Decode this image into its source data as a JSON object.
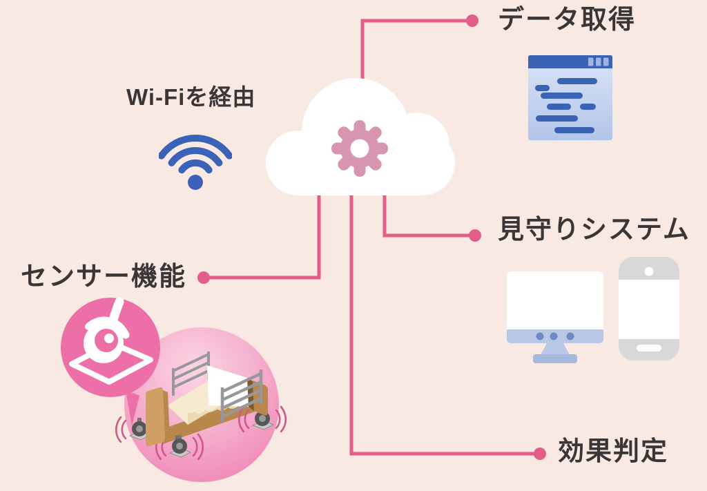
{
  "diagram_type": "iot-sensor-system-flow",
  "hub": {
    "icon": "cloud-gear-icon"
  },
  "wifi": {
    "label": "Wi-Fiを経由",
    "icon": "wifi-icon"
  },
  "nodes": {
    "data_acquisition": {
      "label": "データ取得",
      "icon": "browser-window-icon"
    },
    "monitoring_system": {
      "label": "見守りシステム",
      "icons": [
        "desktop-monitor-icon",
        "smartphone-icon"
      ]
    },
    "effect_evaluation": {
      "label": "効果判定"
    },
    "sensor_function": {
      "label": "センサー機能",
      "icon": "bed-vibration-sensor-illustration"
    }
  },
  "colors": {
    "bg": "#f8eae3",
    "connector": "#e25d88",
    "text": "#3a3637",
    "cloud": "#ffffff",
    "gear": "#d795b2",
    "wifi_blue": "#3a63b8",
    "browser_blue": "#3a62b5",
    "browser_btn": "#9fb4e0",
    "monitor_accent": "#b7c7e5",
    "monitor_dot": "#6e8ac2",
    "monitor_base": "#a3b8dc",
    "phone_gray": "#d8d8d8",
    "circle_pink": "#ec6fa8",
    "big_circle_light": "#fbd5e3",
    "big_circle_dark": "#ee7fb1",
    "bed_brown": "#b9874c",
    "bed_brown_light": "#cf9f63",
    "bed_brown_dark": "#7c5a30",
    "mattress_cream": "#f5ead0",
    "rail_gray": "#97989c",
    "vibration": "#d0578c"
  }
}
